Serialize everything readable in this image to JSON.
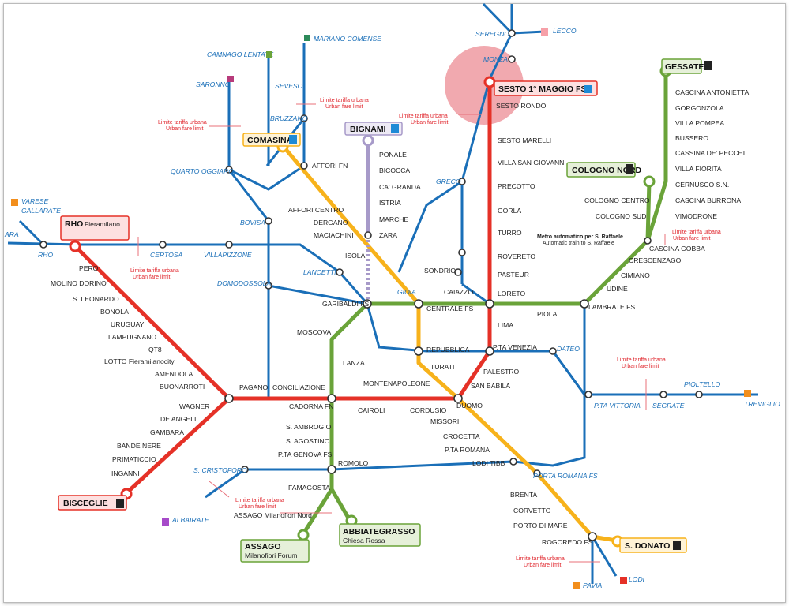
{
  "colors": {
    "m1": "#e53127",
    "m2": "#6aa339",
    "m3": "#f7b21b",
    "m5": "#a79ac9",
    "suburban": "#1a6fb8",
    "highlight": "#e8707a"
  },
  "labels": {
    "seregno": "SEREGNO",
    "lecco": "LECCO",
    "monza": "MONZA",
    "mariano": "MARIANO COMENSE",
    "camnago": "CAMNAGO LENTATE",
    "saronno": "SARONNO",
    "seveso": "SEVESO",
    "bruzzano": "BRUZZANO",
    "limite_it": "Limite tariffa urbana",
    "limite_en": "Urban fare limit",
    "bignami": "BIGNAMI",
    "comasina": "COMASINA",
    "sesto": "SESTO 1° MAGGIO FS",
    "sesto_rondo": "SESTO RONDÒ",
    "gessate": "GESSATE",
    "cascina_antonietta": "CASCINA ANTONIETTA",
    "gorgonzola": "GORGONZOLA",
    "villa_pompea": "VILLA POMPEA",
    "bussero": "BUSSERO",
    "cassina": "CASSINA DE' PECCHI",
    "villa_fiorita": "VILLA FIORITA",
    "cernusco": "CERNUSCO S.N.",
    "cascina_burrona": "CASCINA BURRONA",
    "vimodrone": "VIMODRONE",
    "cologno_nord": "COLOGNO NORD",
    "cologno_centro": "COLOGNO CENTRO",
    "cologno_sud": "COLOGNO SUD",
    "sesto_marelli": "SESTO MARELLI",
    "villa_s_giovanni": "VILLA SAN GIOVANNI",
    "precotto": "PRECOTTO",
    "gorla": "GORLA",
    "turro": "TURRO",
    "rovereto": "ROVERETO",
    "pasteur": "PASTEUR",
    "loreto": "LORETO",
    "lima": "LIMA",
    "greco": "GRECO",
    "ponale": "PONALE",
    "bicocca": "BICOCCA",
    "ca_granda": "CA' GRANDA",
    "istria": "ISTRIA",
    "marche": "MARCHE",
    "zara": "ZARA",
    "affori_fn": "AFFORI FN",
    "affori_centro": "AFFORI CENTRO",
    "dergano": "DERGANO",
    "maciachini": "MACIACHINI",
    "quarto_oggiaro": "QUARTO OGGIARO",
    "bovisa": "BOVISA",
    "varese": "VARESE",
    "gallarate": "GALLARATE",
    "ara": "ARA",
    "rho_fiera": "RHO",
    "rho_fiera2": "Fieramilano",
    "rho": "RHO",
    "certosa": "CERTOSA",
    "villapizzone": "VILLAPIZZONE",
    "domodossola": "DOMODOSSOLA",
    "lancetti": "LANCETTI",
    "isola": "ISOLA",
    "sondrio": "SONDRIO",
    "gioia": "GIOIA",
    "caiazzo": "CAIAZZO",
    "centrale": "CENTRALE FS",
    "garibaldi": "GARIBALDI FS",
    "moscova": "MOSCOVA",
    "lanza": "LANZA",
    "pero": "PERO",
    "molino_dorino": "MOLINO DORINO",
    "s_leonardo": "S. LEONARDO",
    "bonola": "BONOLA",
    "uruguay": "URUGUAY",
    "lampugnano": "LAMPUGNANO",
    "qt8": "QT8",
    "lotto": "LOTTO Fieramilanocity",
    "amendola": "AMENDOLA",
    "buonarroti": "BUONARROTI",
    "wagner": "WAGNER",
    "de_angeli": "DE ANGELI",
    "gambara": "GAMBARA",
    "bande_nere": "BANDE NERE",
    "primaticcio": "PRIMATICCIO",
    "inganni": "INGANNI",
    "bisceglie": "BISCEGLIE",
    "pagano": "PAGANO",
    "conciliazione": "CONCILIAZIONE",
    "cadorna": "CADORNA FN",
    "cairoli": "CAIROLI",
    "cordusio": "CORDUSIO",
    "duomo": "DUOMO",
    "montenapoleone": "MONTENAPOLEONE",
    "turati": "TURATI",
    "repubblica": "REPUBBLICA",
    "piola": "PIOLA",
    "lambrate": "LAMBRATE FS",
    "udine": "UDINE",
    "cimiano": "CIMIANO",
    "crescenzago": "CRESCENZAGO",
    "cascina_gobba": "CASCINA GOBBA",
    "metro_auto_it": "Metro automatico per S. Raffaele",
    "metro_auto_en": "Automatic train to S. Raffaele",
    "pta_venezia": "P.TA VENEZIA",
    "dateo": "DATEO",
    "palestro": "PALESTRO",
    "san_babila": "SAN BABILA",
    "missori": "MISSORI",
    "crocetta": "CROCETTA",
    "pta_romana": "P.TA ROMANA",
    "lodi_tibb": "LODI TIBB",
    "porta_romana_fs": "PORTA ROMANA FS",
    "brenta": "BRENTA",
    "corvetto": "CORVETTO",
    "porto_di_mare": "PORTO DI MARE",
    "rogoredo": "ROGOREDO FS",
    "s_donato": "S. DONATO",
    "pta_vittoria": "P.TA VITTORIA",
    "segrate": "SEGRATE",
    "pioltello": "PIOLTELLO",
    "treviglio": "TREVIGLIO",
    "pavia": "PAVIA",
    "lodi": "LODI",
    "s_ambrogio": "S. AMBROGIO",
    "s_agostino": "S. AGOSTINO",
    "pta_genova": "P.TA GENOVA FS",
    "romolo": "ROMOLO",
    "famagosta": "FAMAGOSTA",
    "s_cristoforo": "S. CRISTOFORO",
    "albairate": "ALBAIRATE",
    "assago_forum": "ASSAGO",
    "assago_forum2": "Milanofiori Forum",
    "assago_nord": "ASSAGO Milanofiori Nord",
    "abbiategrasso": "ABBIATEGRASSO",
    "abbiategrasso2": "Chiesa Rossa"
  }
}
